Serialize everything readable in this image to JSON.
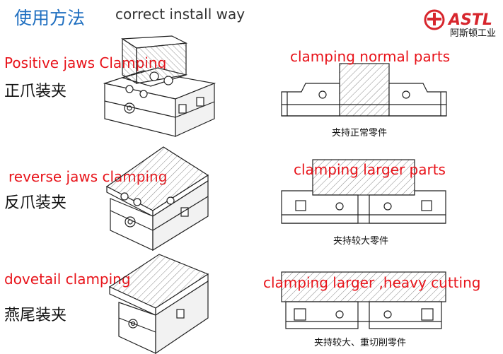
{
  "header": {
    "title_cn": "使用方法",
    "title_en": "correct install way",
    "brand_mark": "ASTL",
    "brand_name": "阿斯顿工业"
  },
  "rows": [
    {
      "label_en": "Positive jaws Clamping",
      "label_cn": "正爪装夹",
      "diagram_title": "clamping normal parts",
      "diagram_caption": "夹持正常零件"
    },
    {
      "label_en": "reverse jaws  clamping",
      "label_cn": "反爪装夹",
      "diagram_title": "clamping larger parts",
      "diagram_caption": "夹持较大零件"
    },
    {
      "label_en": "dovetail clamping",
      "label_cn": "燕尾装夹",
      "diagram_title": "clamping larger ,heavy cutting",
      "diagram_caption": "夹持较大、重切削零件"
    }
  ],
  "colors": {
    "title_blue": "#1f6fc0",
    "label_red": "#e8131a",
    "logo_red": "#d7262d"
  }
}
